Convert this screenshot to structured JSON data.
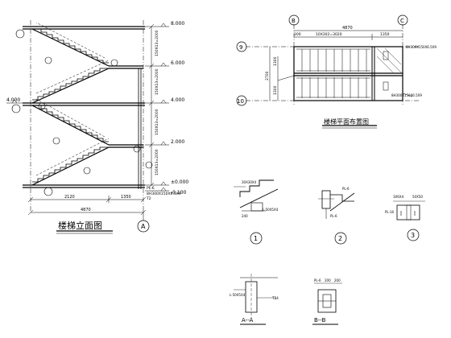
{
  "elevation": {
    "title": "楼梯立面图",
    "levels": [
      {
        "label": "8.000"
      },
      {
        "label": "4.000"
      },
      {
        "label": "±0.000"
      },
      {
        "label": "-0.100"
      },
      {
        "label": "2.000"
      },
      {
        "label": "6.000"
      }
    ],
    "left_levels": [
      {
        "label": "4.000"
      }
    ],
    "dims": {
      "bottom_a": "2120",
      "bottom_b": "1350",
      "overall": "4870"
    },
    "flight_dims": [
      "150X13=2000",
      "150X13=2000",
      "150X13=2000",
      "150X13=2000"
    ],
    "axis": "A",
    "callout": {
      "line1": "PL-6",
      "line2": "8H300X150X6.5X9",
      "line3": "T2"
    }
  },
  "plan": {
    "title": "楼梯平面布置图",
    "axis_top": [
      "B",
      "C"
    ],
    "axis_left": [
      "9",
      "10"
    ],
    "dims": {
      "overall": "4870",
      "tread": "10X302=3020",
      "landing": "1350",
      "left_a": "200",
      "side_1": "1300",
      "side_2": "1300",
      "side_total": "2700"
    },
    "beam_1": "8H300X150X6.5X9",
    "beam_2": "8H300X150X6.5X9"
  },
  "details": [
    {
      "id": "1",
      "note_a": "30X30X4",
      "note_b": "L-50X5X4",
      "note_c": "240"
    },
    {
      "id": "2",
      "note_a": "PL-6",
      "note_b": "PL-6"
    },
    {
      "id": "3",
      "note_a": "3X6X4",
      "note_b": "50X50",
      "note_c": "PL-16"
    }
  ],
  "sections": [
    {
      "title": "A--A",
      "note_a": "L-50X5X4",
      "note_b": "TB4"
    },
    {
      "title": "B--B",
      "note_a": "PL-6",
      "note_b": "200",
      "note_c": "200"
    }
  ]
}
